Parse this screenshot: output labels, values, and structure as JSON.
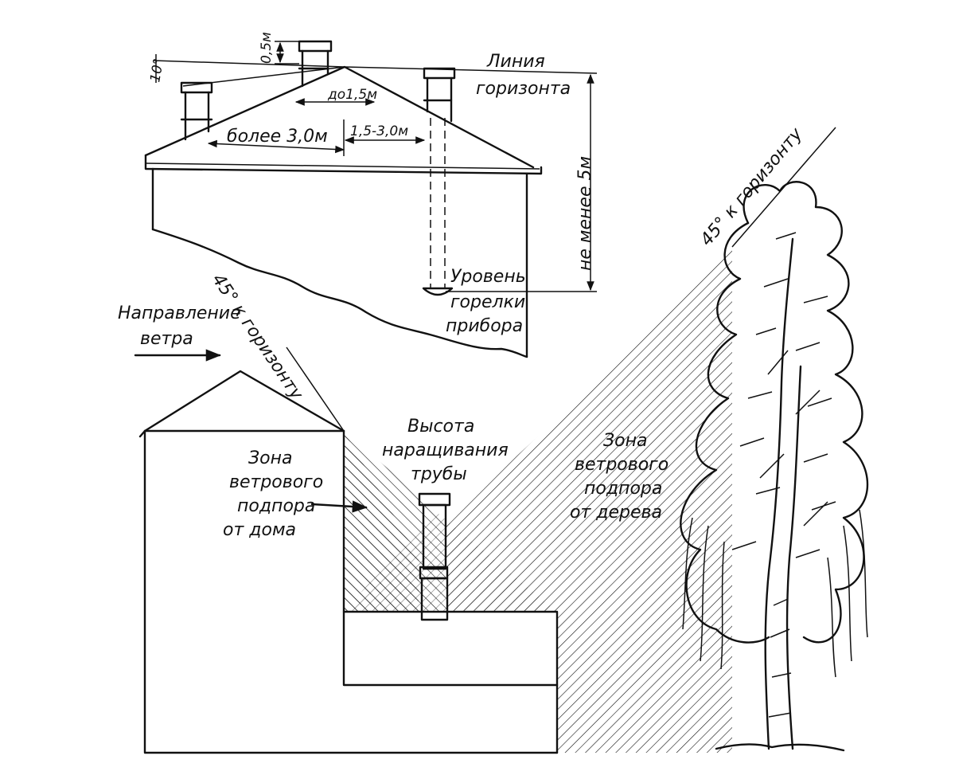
{
  "top_figure": {
    "angle_label": "10°",
    "chimney_height_label": "0,5м",
    "horizon_line_label_1": "Линия",
    "horizon_line_label_2": "горизонта",
    "ridge_distance_label": "до1,5м",
    "far_distance_label": "более 3,0м",
    "mid_distance_label": "1,5-3,0м",
    "min_height_label": "не менее 5м",
    "burner_label_1": "Уровень",
    "burner_label_2": "горелки",
    "burner_label_3": "прибора"
  },
  "bottom_figure": {
    "wind_label_1": "Направление",
    "wind_label_2": "ветра",
    "house_angle_label": "45° к горизонту",
    "tree_angle_label": "45° к горизонту",
    "house_zone_1": "Зона",
    "house_zone_2": "ветрового",
    "house_zone_3": "подпора",
    "house_zone_4": "от дома",
    "pipe_height_1": "Высота",
    "pipe_height_2": "наращивания",
    "pipe_height_3": "трубы",
    "tree_zone_1": "Зона",
    "tree_zone_2": "ветрового",
    "tree_zone_3": "подпора",
    "tree_zone_4": "от дерева"
  },
  "colors": {
    "ink": "#111111",
    "paper": "#ffffff"
  }
}
